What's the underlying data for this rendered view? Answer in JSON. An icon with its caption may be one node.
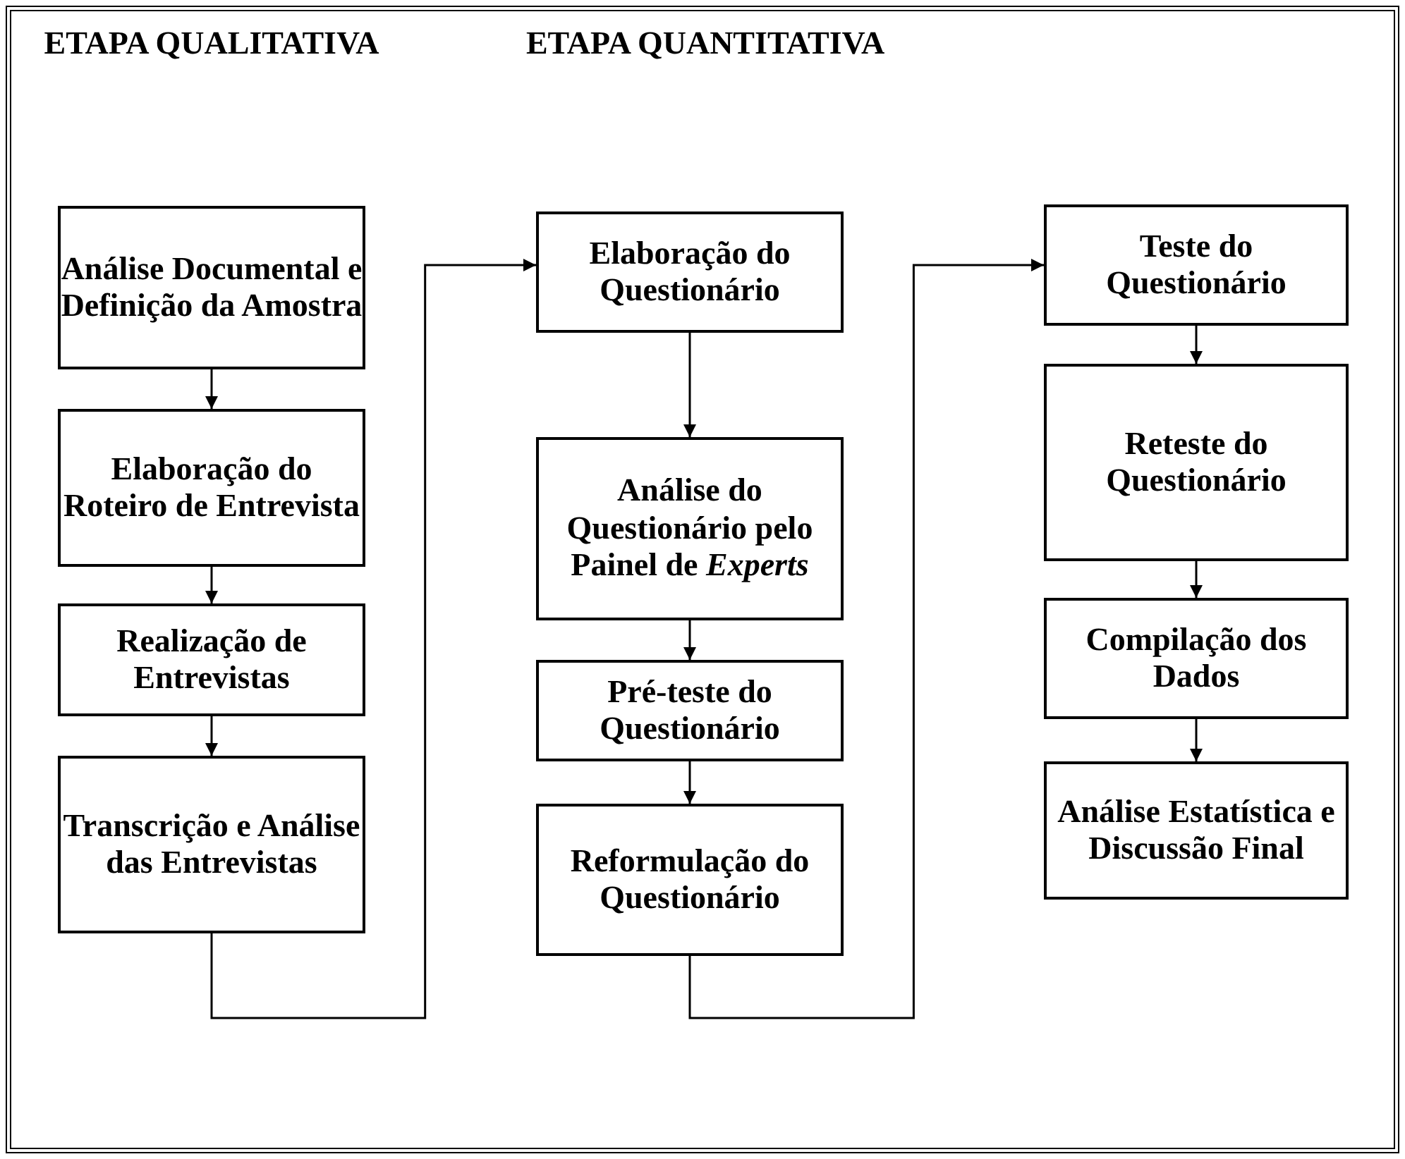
{
  "diagram": {
    "nodes": [
      {
        "text": [
          "Análise Documental e Definição da Amostra"
        ]
      },
      {
        "text": [
          "Elaboração do Roteiro de Entrevista"
        ]
      },
      {
        "text": [
          "Realização de Entrevistas"
        ]
      },
      {
        "text": [
          "Transcrição e Análise das Entrevistas"
        ]
      },
      {
        "text": [
          "Elaboração do Questionário"
        ]
      },
      {
        "text": [
          "Análise do Questionário pelo Painel de *Experts*"
        ]
      },
      {
        "text": [
          "Pré-teste do Questionário"
        ]
      },
      {
        "text": [
          "Reformulação do Questionário"
        ]
      },
      {
        "text": [
          "Teste do Questionário"
        ]
      },
      {
        "text": [
          "Reteste do Questionário"
        ]
      },
      {
        "text": [
          "Compilação dos Dados"
        ]
      },
      {
        "text": [
          "Análise Estatística e Discussão Final"
        ]
      }
    ],
    "edges": [
      {
        "from": 0,
        "to": 1,
        "arrow": "to"
      },
      {
        "from": 1,
        "to": 2,
        "arrow": "to"
      },
      {
        "from": 2,
        "to": 3,
        "arrow": "to"
      },
      {
        "from": 3,
        "to": 4,
        "arrow": "to"
      },
      {
        "from": 4,
        "to": 5,
        "arrow": "to"
      },
      {
        "from": 5,
        "to": 6,
        "arrow": "to"
      },
      {
        "from": 6,
        "to": 7,
        "arrow": "to"
      },
      {
        "from": 7,
        "to": 8,
        "arrow": "to"
      },
      {
        "from": 8,
        "to": 9,
        "arrow": "to"
      },
      {
        "from": 9,
        "to": 10,
        "arrow": "to"
      },
      {
        "from": 10,
        "to": 11,
        "arrow": "to"
      }
    ],
    "labels": [
      "ETAPA QUALITATIVA",
      "ETAPA QUANTITATIVA"
    ]
  }
}
